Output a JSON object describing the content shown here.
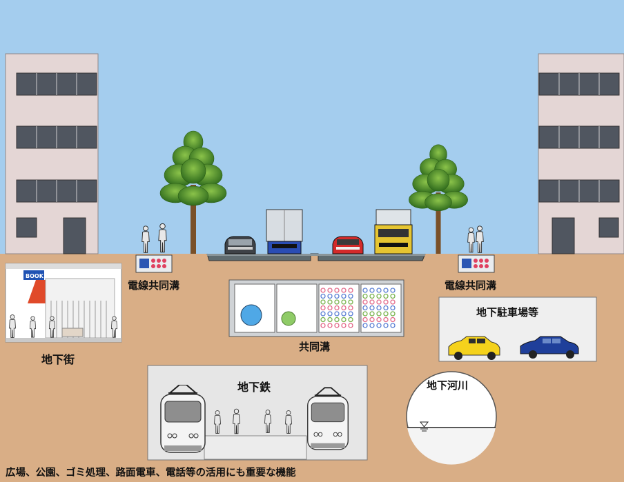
{
  "labels": {
    "cable_duct_left": "電線共同溝",
    "cable_duct_right": "電線共同溝",
    "utility_tunnel": "共同溝",
    "underground_mall": "地下街",
    "underground_parking": "地下駐車場等",
    "subway": "地下鉄",
    "underground_river": "地下河川",
    "bookstore_sign": "BOOK",
    "caption": "広場、公園、ゴミ処理、路面電車、電話等の活用にも重要な機能"
  },
  "colors": {
    "sky": "#a4cdee",
    "ground": "#d9ae86",
    "building": "#e4d6d5",
    "window": "#505660",
    "tree": "#4a8a2c",
    "facility_panel": "#efefef",
    "taxi_yellow": "#f5d21c",
    "car_blue": "#1f3f9a",
    "car_red": "#d32a2a",
    "truck_yellow": "#e6c531",
    "truck_blue": "#2a4db4"
  }
}
